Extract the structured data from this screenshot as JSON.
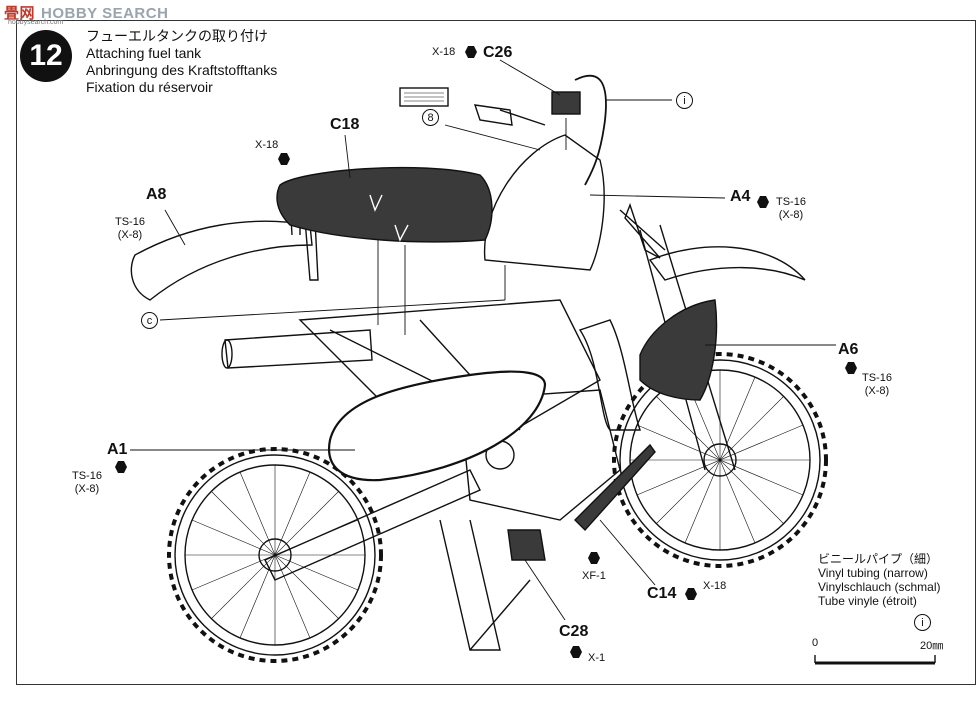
{
  "watermark": {
    "cn": "畳网",
    "en": "HOBBY SEARCH",
    "sub": "hobbysearch.com"
  },
  "step": {
    "number": "12"
  },
  "titles": {
    "ja": "フューエルタンクの取り付け",
    "en": "Attaching fuel tank",
    "de": "Anbringung des Kraftstofftanks",
    "fr": "Fixation du réservoir"
  },
  "parts": {
    "c26": "C26",
    "c18": "C18",
    "a8": "A8",
    "a4": "A4",
    "a6": "A6",
    "a1": "A1",
    "c14": "C14",
    "c28": "C28"
  },
  "paints": {
    "x18_c26": "X-18",
    "x18_c18": "X-18",
    "ts16_a8": "TS-16\n(X-8)",
    "ts16_a4": "TS-16\n(X-8)",
    "ts16_a6": "TS-16\n(X-8)",
    "ts16_a1": "TS-16\n(X-8)",
    "xf1": "XF-1",
    "x18_c14": "X-18",
    "x1": "X-1"
  },
  "markers": {
    "i_top": "i",
    "c_left": "c",
    "eight": "8",
    "i_legend": "i"
  },
  "legend": {
    "ja": "ビニールパイプ（細）",
    "en": "Vinyl tubing (narrow)",
    "de": "Vinylschlauch (schmal)",
    "fr": "Tube vinyle (étroit)",
    "scale_start": "0",
    "scale_end": "20㎜"
  }
}
